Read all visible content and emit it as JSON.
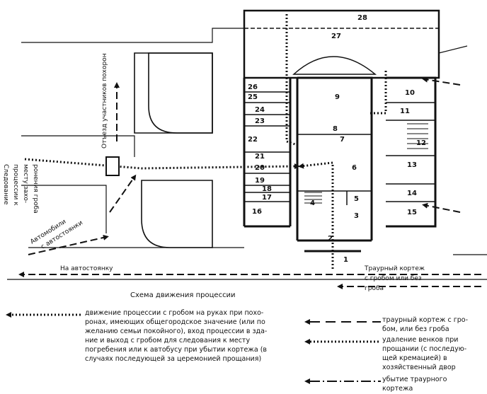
{
  "rooms": [
    "1",
    "2",
    "3",
    "4",
    "5",
    "6",
    "7",
    "8",
    "9",
    "10",
    "11",
    "12",
    "13",
    "14",
    "15",
    "16",
    "17",
    "18",
    "19",
    "20",
    "21",
    "22",
    "23",
    "24",
    "25",
    "26",
    "27",
    "28"
  ],
  "labels": {
    "left_side": [
      "Следование",
      "процессии к",
      "месту захо-",
      "ронения гроба"
    ],
    "participants_exit": "Отъезд участников похорон",
    "cars": [
      "Автомобили",
      "с автостоянки"
    ],
    "to_parking": "На автостоянку",
    "cortege": [
      "Траурный кортеж",
      "с гробом или без",
      "гроба"
    ]
  },
  "caption": "Схема движения процессии",
  "legend": [
    {
      "style": "dotted-arrow",
      "text": "движение процессии с гробом на руках при похо­ронах, имеющих общегородское значение (или по желанию семьи покойного), вход процессии в зда­ние и выход с гробом для следования к месту погре­бения или к автобусу при убытии кортежа (в слу­чаях последующей за церемонией прощания)"
    },
    {
      "style": "dash-arrow",
      "text": "траурный кортеж с гро­бом, или без гроба"
    },
    {
      "style": "dotted-arrow",
      "text": "удаление венков при прощании (с последую­щей кремацией) в хозяй­ственный двор"
    },
    {
      "style": "dashdot-arrow",
      "text": "убытие траурного кортежа"
    }
  ],
  "colors": {
    "ink": "#111111",
    "paper": "#ffffff"
  }
}
